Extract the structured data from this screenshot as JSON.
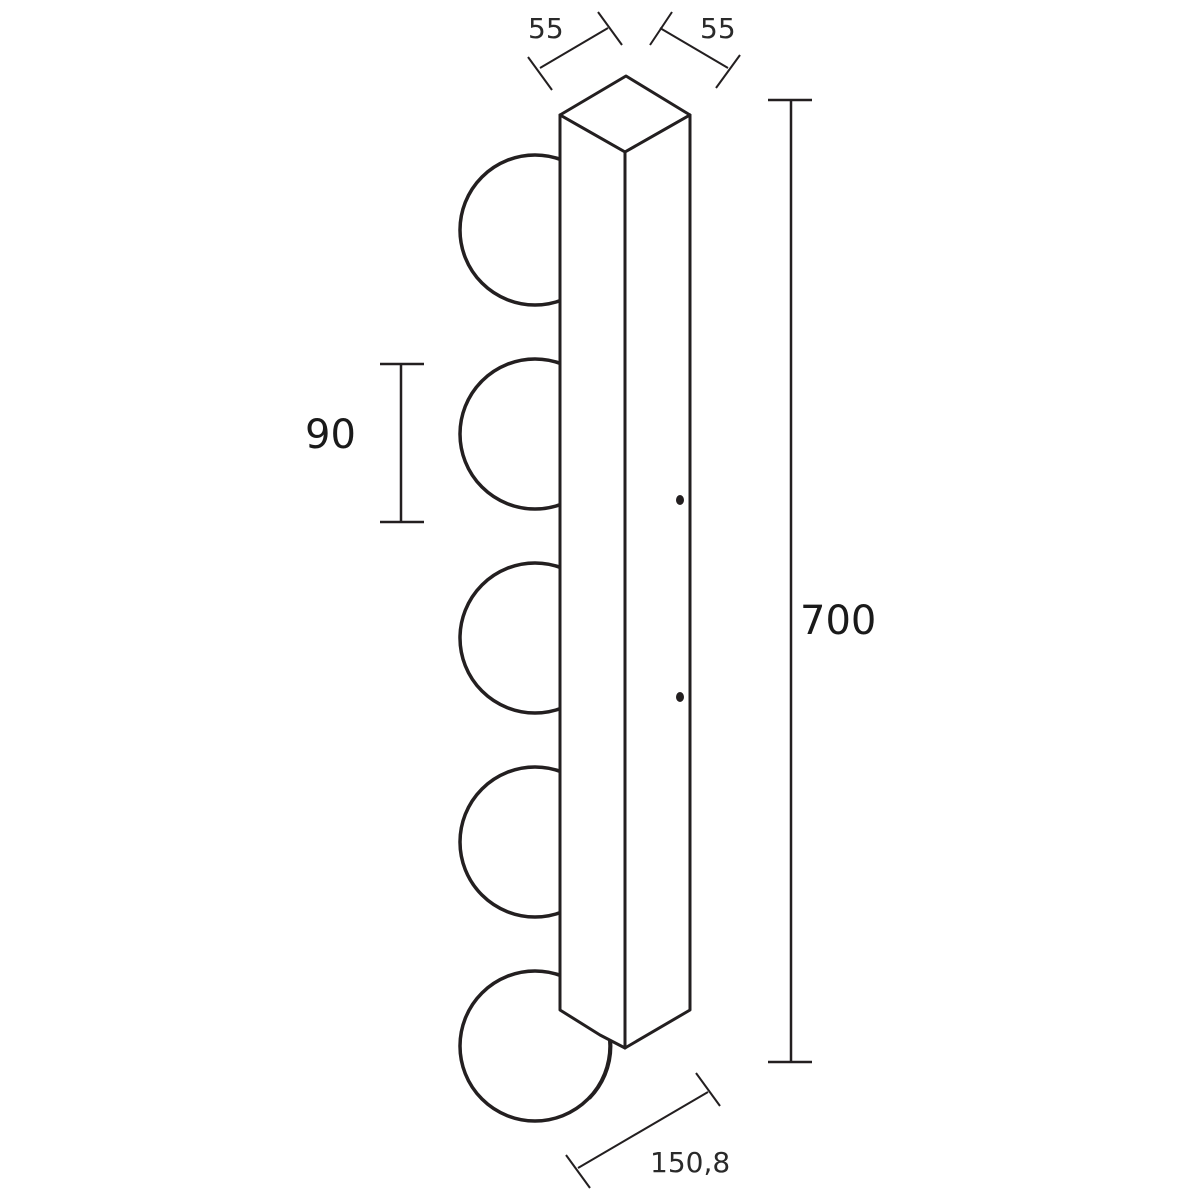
{
  "dimensions": {
    "depth_left": "55",
    "depth_right": "55",
    "globe_diameter": "90",
    "total_height": "700",
    "projection": "150,8"
  },
  "globes": [
    {
      "index": 1
    },
    {
      "index": 2
    },
    {
      "index": 3
    },
    {
      "index": 4
    },
    {
      "index": 5
    }
  ],
  "colors": {
    "stroke": "#231f20",
    "background": "#ffffff"
  }
}
